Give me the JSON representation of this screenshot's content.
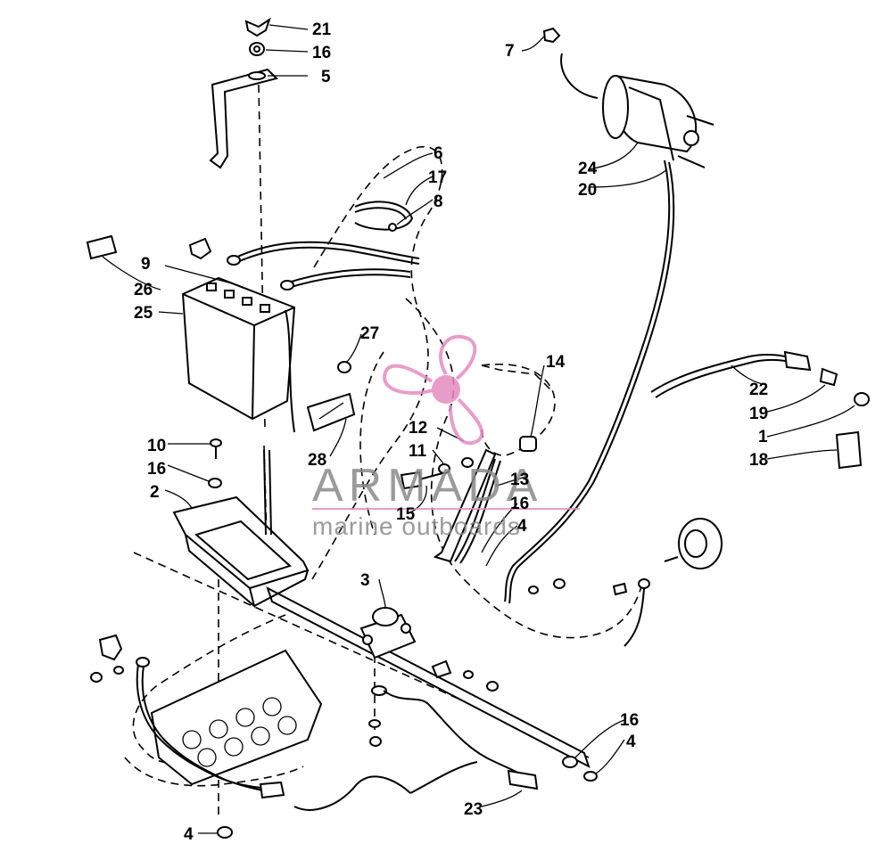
{
  "labels": {
    "l1": "1",
    "l2": "2",
    "l3": "3",
    "l4a": "4",
    "l4b": "4",
    "l4c": "4",
    "l5": "5",
    "l6": "6",
    "l7": "7",
    "l8": "8",
    "l9": "9",
    "l10": "10",
    "l11": "11",
    "l12": "12",
    "l13": "13",
    "l14": "14",
    "l15": "15",
    "l16a": "16",
    "l16b": "16",
    "l16c": "16",
    "l16d": "16",
    "l17": "17",
    "l18": "18",
    "l19": "19",
    "l20": "20",
    "l21": "21",
    "l22": "22",
    "l23": "23",
    "l24": "24",
    "l25": "25",
    "l26": "26",
    "l27": "27",
    "l28": "28"
  },
  "watermark": {
    "brand": "ARMADA",
    "tagline": "marine outboards",
    "logo_color": "#e48cc0",
    "text_color": "#8a8a8a"
  }
}
